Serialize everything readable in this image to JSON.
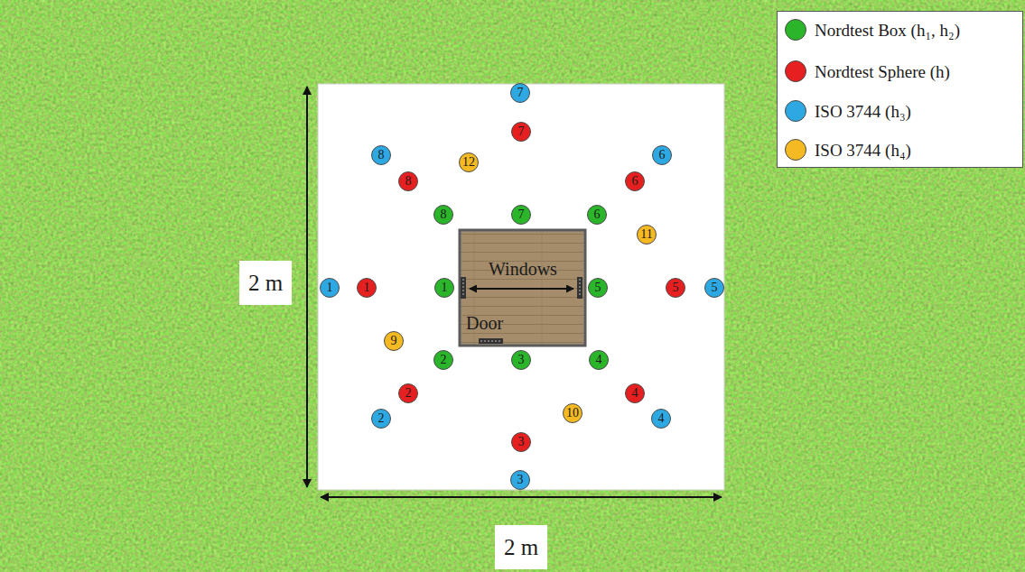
{
  "diagram": {
    "nodes": [
      {
        "text": [
          "Windows",
          "Door"
        ]
      },
      {
        "text": [
          "1"
        ]
      },
      {
        "text": [
          "2"
        ]
      },
      {
        "text": [
          "3"
        ]
      },
      {
        "text": [
          "4"
        ]
      },
      {
        "text": [
          "5"
        ]
      },
      {
        "text": [
          "6"
        ]
      },
      {
        "text": [
          "7"
        ]
      },
      {
        "text": [
          "8"
        ]
      },
      {
        "text": [
          "1"
        ]
      },
      {
        "text": [
          "2"
        ]
      },
      {
        "text": [
          "3"
        ]
      },
      {
        "text": [
          "4"
        ]
      },
      {
        "text": [
          "5"
        ]
      },
      {
        "text": [
          "6"
        ]
      },
      {
        "text": [
          "7"
        ]
      },
      {
        "text": [
          "8"
        ]
      },
      {
        "text": [
          "1"
        ]
      },
      {
        "text": [
          "2"
        ]
      },
      {
        "text": [
          "3"
        ]
      },
      {
        "text": [
          "4"
        ]
      },
      {
        "text": [
          "5"
        ]
      },
      {
        "text": [
          "6"
        ]
      },
      {
        "text": [
          "7"
        ]
      },
      {
        "text": [
          "8"
        ]
      },
      {
        "text": [
          "9"
        ]
      },
      {
        "text": [
          "10"
        ]
      },
      {
        "text": [
          "11"
        ]
      },
      {
        "text": [
          "12"
        ]
      }
    ],
    "labels": [
      "2 m",
      "2 m"
    ],
    "legend": [
      {
        "text": "Nordtest Box (h₁, h₂)",
        "color": "#2bb52b"
      },
      {
        "text": "Nordtest Sphere (h)",
        "color": "#e62020"
      },
      {
        "text": "ISO 3744 (h₃)",
        "color": "#2ea8e2"
      },
      {
        "text": "ISO 3744 (h₄)",
        "color": "#f5b922"
      }
    ]
  }
}
